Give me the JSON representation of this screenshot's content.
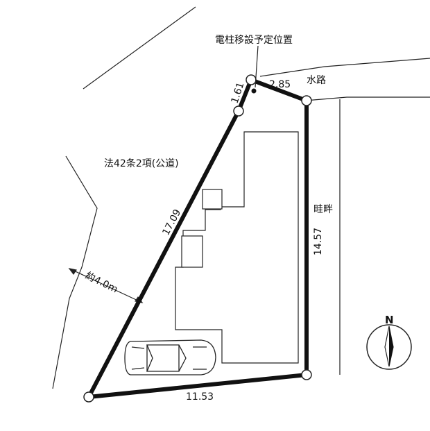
{
  "labels": {
    "pole_relocation": "電柱移設予定位置",
    "waterway": "水路",
    "road": "法42条2項(公道)",
    "ridge": "畦畔",
    "road_width": "約4.0m"
  },
  "dimensions": {
    "north_short": "1.61",
    "north_top": "2.85",
    "east": "14.57",
    "south": "11.53",
    "west": "17.09"
  },
  "compass": {
    "letter": "N",
    "icon": "north-arrow-icon"
  }
}
